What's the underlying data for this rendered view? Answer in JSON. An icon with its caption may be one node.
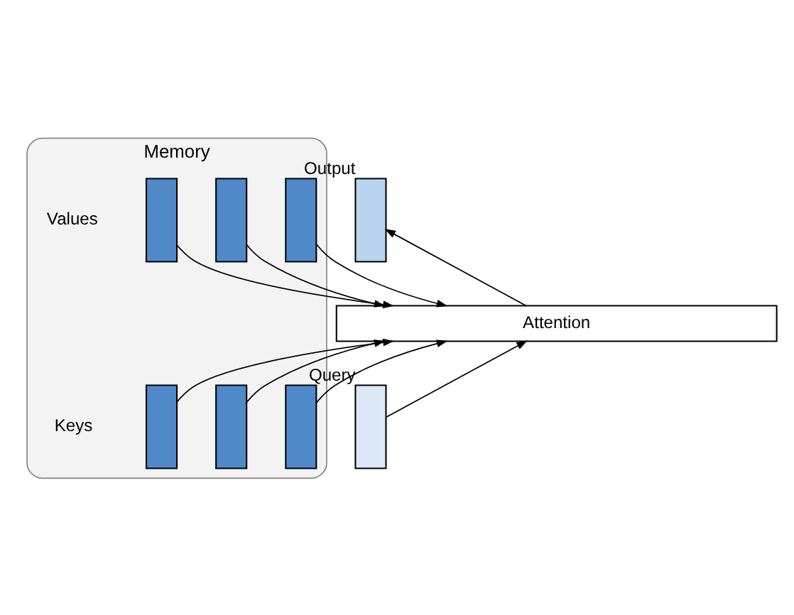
{
  "diagram": {
    "nodes": [
      {
        "text": [
          "Memory"
        ]
      },
      {
        "text": [],
        "shape": "bar",
        "in": 0
      },
      {
        "text": [],
        "shape": "bar",
        "in": 0
      },
      {
        "text": [],
        "shape": "bar",
        "in": 0
      },
      {
        "text": [],
        "shape": "bar",
        "beside": [
          "Output"
        ]
      },
      {
        "text": [
          "Attention"
        ]
      },
      {
        "text": [],
        "shape": "bar",
        "in": 0
      },
      {
        "text": [],
        "shape": "bar",
        "in": 0
      },
      {
        "text": [],
        "shape": "bar",
        "in": 0
      },
      {
        "text": [],
        "shape": "bar",
        "beside": [
          "Query"
        ]
      }
    ],
    "edges": [
      {
        "from": 1,
        "to": 5,
        "arrow": "to"
      },
      {
        "from": 2,
        "to": 5,
        "arrow": "to"
      },
      {
        "from": 3,
        "to": 5,
        "arrow": "to"
      },
      {
        "from": 5,
        "to": 4,
        "arrow": "to"
      },
      {
        "from": 6,
        "to": 5,
        "arrow": "to"
      },
      {
        "from": 7,
        "to": 5,
        "arrow": "to"
      },
      {
        "from": 8,
        "to": 5,
        "arrow": "to"
      },
      {
        "from": 9,
        "to": 5,
        "arrow": "to"
      }
    ],
    "labels": [
      "Values",
      "Keys"
    ]
  }
}
